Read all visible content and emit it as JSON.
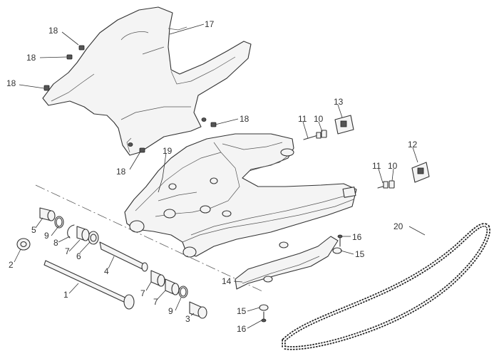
{
  "callouts": {
    "c1": "1",
    "c2": "2",
    "c3": "3",
    "c4": "4",
    "c5": "5",
    "c6": "6",
    "c7a": "7",
    "c7b": "7",
    "c7c": "7",
    "c8": "8",
    "c9a": "9",
    "c9b": "9",
    "c10a": "10",
    "c10b": "10",
    "c11a": "11",
    "c11b": "11",
    "c12": "12",
    "c13": "13",
    "c14": "14",
    "c15a": "15",
    "c15b": "15",
    "c16a": "16",
    "c16b": "16",
    "c17": "17",
    "c18a": "18",
    "c18b": "18",
    "c18c": "18",
    "c18d": "18",
    "c18e": "18",
    "c19": "19",
    "c20": "20"
  }
}
